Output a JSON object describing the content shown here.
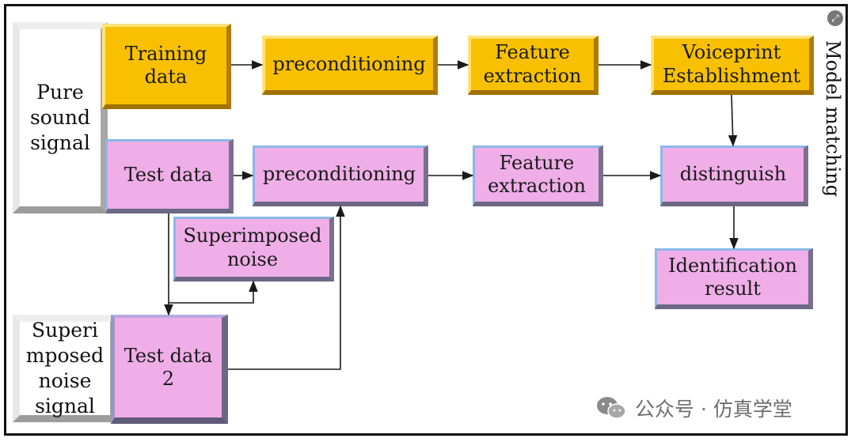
{
  "diagram": {
    "side_labels": {
      "pure": "Pure\nsound\nsignal",
      "noise": "Superi\nmposed\nnoise\nsignal",
      "right": "Model matching"
    },
    "nodes": {
      "training_data": "Training\ndata",
      "precond_top": "preconditioning",
      "feature_top": "Feature\nextraction",
      "voiceprint": "Voiceprint\nEstablishment",
      "test_data": "Test data",
      "precond_mid": "preconditioning",
      "feature_mid": "Feature\nextraction",
      "distinguish": "distinguish",
      "superimposed_noise": "Superimposed\nnoise",
      "identification_result": "Identification\nresult",
      "test_data_2": "Test data\n2"
    },
    "colors": {
      "gold": "#f8c000",
      "pink": "#efaee8",
      "arrow": "#1a1a1a"
    },
    "watermark": {
      "text": "公众号 · 仿真学堂",
      "icon": "wechat-icon"
    }
  }
}
